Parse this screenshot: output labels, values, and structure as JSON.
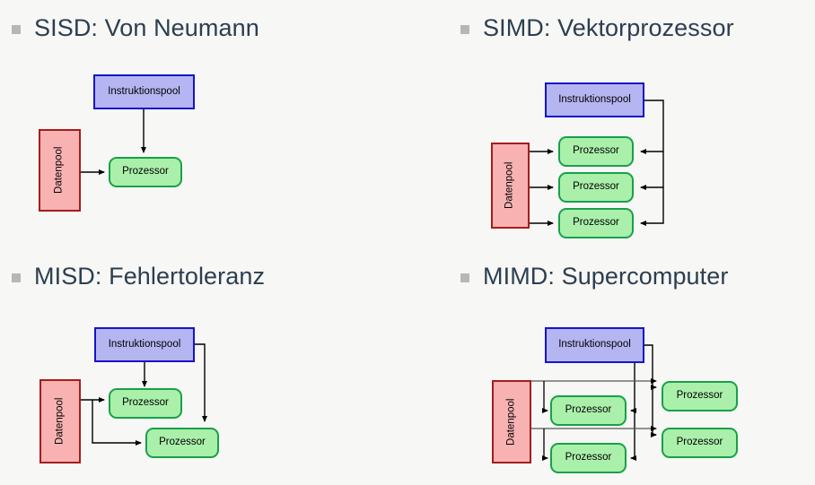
{
  "slide": {
    "background_color": "#f7f7f5",
    "bullet_marker_color": "#b7b7b7",
    "title_color": "#2c3e50"
  },
  "palette": {
    "instruction_fill": "#b5b5f2",
    "instruction_stroke": "#1414c8",
    "processor_fill": "#aaf0aa",
    "processor_stroke": "#18a04a",
    "data_fill": "#f8b2b2",
    "data_stroke": "#a61c1c",
    "arrow_color": "#000000"
  },
  "labels": {
    "instruction_pool": "Instruktionspool",
    "processor": "Prozessor",
    "data_pool": "Datenpool"
  },
  "quadrants": {
    "sisd": {
      "title": "SISD: Von Neumann",
      "instruction_pools": 1,
      "processors": 1,
      "data_pools": 1
    },
    "simd": {
      "title": "SIMD: Vektorprozessor",
      "instruction_pools": 1,
      "processors": 3,
      "data_pools": 1
    },
    "misd": {
      "title": "MISD: Fehlertoleranz",
      "instruction_pools": 1,
      "processors": 2,
      "data_pools": 1
    },
    "mimd": {
      "title": "MIMD: Supercomputer",
      "instruction_pools": 1,
      "processors": 4,
      "data_pools": 1
    }
  },
  "nodes": {
    "sisd": {
      "instr": "Instruktionspool",
      "proc1": "Prozessor",
      "data": "Datenpool"
    },
    "simd": {
      "instr": "Instruktionspool",
      "proc1": "Prozessor",
      "proc2": "Prozessor",
      "proc3": "Prozessor",
      "data": "Datenpool"
    },
    "misd": {
      "instr": "Instruktionspool",
      "proc1": "Prozessor",
      "proc2": "Prozessor",
      "data": "Datenpool"
    },
    "mimd": {
      "instr": "Instruktionspool",
      "proc1": "Prozessor",
      "proc2": "Prozessor",
      "proc3": "Prozessor",
      "proc4": "Prozessor",
      "data": "Datenpool"
    }
  }
}
